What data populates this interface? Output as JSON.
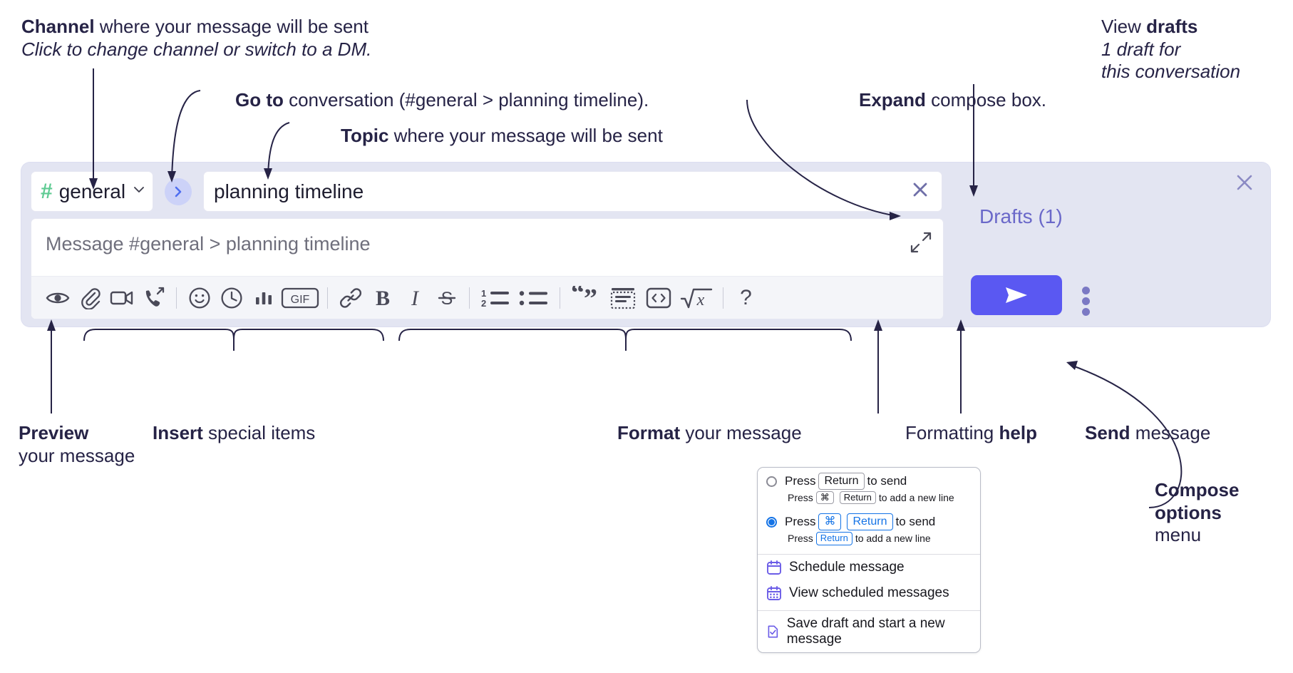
{
  "annotations": {
    "channel": {
      "line1_bold": "Channel",
      "line1_rest": " where your message will be sent",
      "line2_italic": "Click to change channel or switch to a DM."
    },
    "goto": {
      "bold": "Go to",
      "rest": " conversation (#general > planning timeline)."
    },
    "topic": {
      "bold": "Topic",
      "rest": " where your message will be sent"
    },
    "expand": {
      "bold": "Expand",
      "rest": " compose box."
    },
    "drafts": {
      "line1_rest": "View ",
      "line1_bold": "drafts",
      "line2_italic": "1 draft for",
      "line3_italic": "this conversation"
    },
    "preview": {
      "line1_bold": "Preview",
      "line2": "your message"
    },
    "insert": {
      "bold": "Insert",
      "rest": " special items"
    },
    "format": {
      "bold": "Format",
      "rest": " your message"
    },
    "formatting_help": {
      "rest": "Formatting ",
      "bold": "help"
    },
    "send": {
      "bold": "Send",
      "rest": " message"
    },
    "compose_options": {
      "line1_bold": "Compose",
      "line2_bold": "options",
      "line3": "menu"
    }
  },
  "compose": {
    "channel_name": "general",
    "channel_hash": "#",
    "topic_value": "planning timeline",
    "message_placeholder": "Message #general > planning timeline",
    "drafts_label": "Drafts (1)",
    "toolbar_items": [
      {
        "name": "preview-icon",
        "title": "Preview"
      },
      {
        "name": "attachment-icon",
        "title": "Attach file"
      },
      {
        "name": "video-camera-icon",
        "title": "Video"
      },
      {
        "name": "phone-call-icon",
        "title": "Call"
      },
      {
        "name": "divider",
        "title": ""
      },
      {
        "name": "emoji-icon",
        "title": "Emoji"
      },
      {
        "name": "clock-icon",
        "title": "Reminder"
      },
      {
        "name": "poll-icon",
        "title": "Poll"
      },
      {
        "name": "gif-icon",
        "title": "GIF"
      },
      {
        "name": "divider",
        "title": ""
      },
      {
        "name": "link-icon",
        "title": "Link"
      },
      {
        "name": "bold-icon",
        "title": "Bold"
      },
      {
        "name": "italic-icon",
        "title": "Italic"
      },
      {
        "name": "strikethrough-icon",
        "title": "Strikethrough"
      },
      {
        "name": "divider",
        "title": ""
      },
      {
        "name": "ordered-list-icon",
        "title": "Numbered list"
      },
      {
        "name": "bulleted-list-icon",
        "title": "Bulleted list"
      },
      {
        "name": "divider",
        "title": ""
      },
      {
        "name": "blockquote-icon",
        "title": "Blockquote"
      },
      {
        "name": "code-block-icon",
        "title": "Code block"
      },
      {
        "name": "inline-code-icon",
        "title": "Code"
      },
      {
        "name": "math-icon",
        "title": "Math"
      },
      {
        "name": "divider",
        "title": ""
      },
      {
        "name": "help-icon",
        "title": "Formatting help"
      }
    ],
    "help_glyph": "?",
    "gif_label": "GIF"
  },
  "options_menu": {
    "option1": {
      "selected": false,
      "press": "Press",
      "key": "Return",
      "to_send": "to send",
      "sub_press": "Press",
      "sub_key1": "⌘",
      "sub_key2": "Return",
      "sub_tail": "to add a new line"
    },
    "option2": {
      "selected": true,
      "press": "Press",
      "key1": "⌘",
      "key2": "Return",
      "to_send": "to send",
      "sub_press": "Press",
      "sub_key": "Return",
      "sub_tail": "to add a new line"
    },
    "items": [
      {
        "icon": "calendar-icon",
        "label": "Schedule message"
      },
      {
        "icon": "calendar-grid-icon",
        "label": "View scheduled messages"
      },
      {
        "icon": "draft-save-icon",
        "label": "Save draft and start a new message"
      }
    ]
  },
  "colors": {
    "panel_bg": "#e3e5f2",
    "accent_send": "#5a58f2",
    "drafts_text": "#6a68c9",
    "hash_green": "#5fcb93",
    "key_blue": "#1473e6",
    "menu_icon_purple": "#6b5ce7"
  }
}
